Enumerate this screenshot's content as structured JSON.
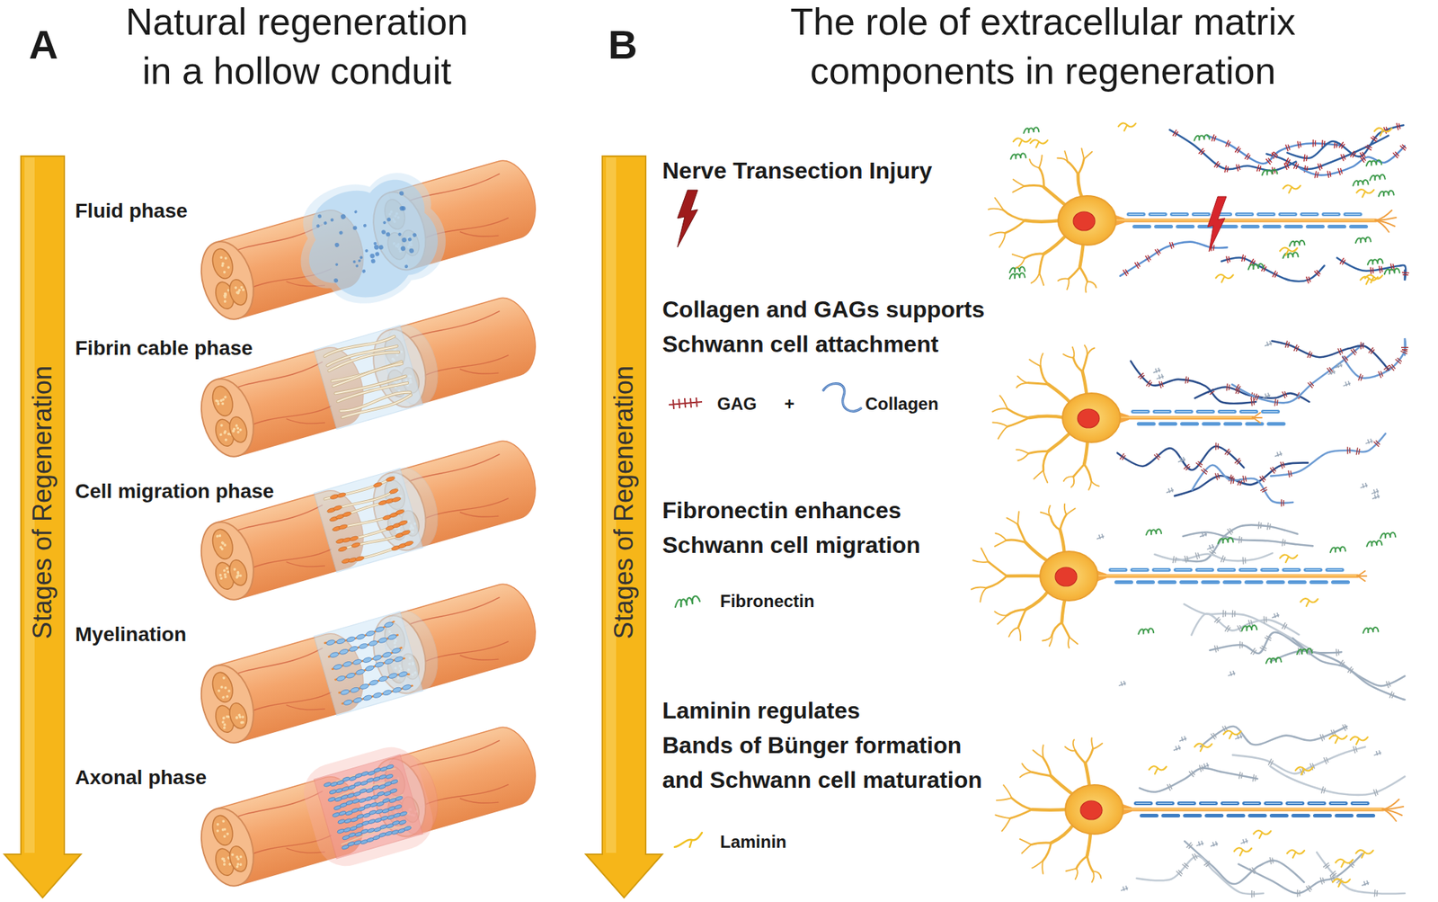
{
  "diagram": {
    "nodes": [
      {
        "text": [
          "Stages of Regeneration"
        ]
      },
      {
        "text": [
          "Stages of Regeneration"
        ]
      }
    ],
    "labels": [
      "A",
      "Natural regeneration in a hollow conduit",
      "Fluid phase",
      "Fibrin cable phase",
      "Cell migration phase",
      "Myelination",
      "Axonal phase",
      "B",
      "The role of extracellular matrix components in regeneration",
      "Nerve Transection Injury",
      "Collagen and GAGs supports Schwann cell attachment",
      "+",
      "Fibronectin enhances Schwann cell migration",
      "Laminin regulates Bands of Bünger formation and Schwann cell maturation"
    ],
    "legend": [
      {
        "text": "GAG"
      },
      {
        "text": "Collagen"
      },
      {
        "text": "Fibronectin"
      },
      {
        "text": "Laminin"
      }
    ]
  }
}
